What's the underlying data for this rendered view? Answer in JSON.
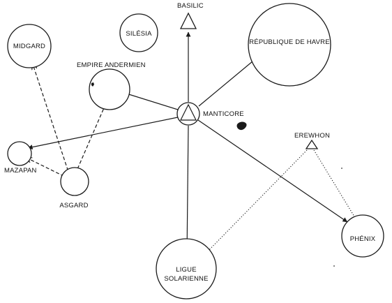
{
  "diagram": {
    "nodes": {
      "basilic": {
        "label": "BASILIC",
        "shape": "triangle"
      },
      "silesia": {
        "label": "SILÉSIA",
        "shape": "circle"
      },
      "republique": {
        "label": "RÉPUBLIQUE DE HAVRE",
        "shape": "circle"
      },
      "midgard": {
        "label": "MIDGARD",
        "shape": "circle"
      },
      "andermien": {
        "label": "EMPIRE ANDERMIEN",
        "shape": "circle"
      },
      "manticore": {
        "label": "MANTICORE",
        "shape": "circle-triangle"
      },
      "erewhon": {
        "label": "EREWHON",
        "shape": "triangle"
      },
      "mazapan": {
        "label": "MAZAPAN",
        "shape": "circle"
      },
      "asgard": {
        "label": "ASGARD",
        "shape": "circle"
      },
      "phenix": {
        "label": "PHÉNIX",
        "shape": "circle"
      },
      "ligue": {
        "label_line1": "LIGUE",
        "label_line2": "SOLARIENNE",
        "shape": "circle"
      }
    },
    "edges": [
      {
        "from": "manticore",
        "to": "basilic",
        "style": "solid"
      },
      {
        "from": "manticore",
        "to": "republique",
        "style": "solid"
      },
      {
        "from": "manticore",
        "to": "andermien",
        "style": "solid"
      },
      {
        "from": "manticore",
        "to": "mazapan",
        "style": "solid"
      },
      {
        "from": "manticore",
        "to": "ligue",
        "style": "solid"
      },
      {
        "from": "manticore",
        "to": "phenix",
        "style": "solid"
      },
      {
        "from": "asgard",
        "to": "midgard",
        "style": "dashed"
      },
      {
        "from": "asgard",
        "to": "andermien",
        "style": "dashed"
      },
      {
        "from": "asgard",
        "to": "mazapan",
        "style": "dashed"
      },
      {
        "from": "erewhon",
        "to": "ligue",
        "style": "dotted"
      },
      {
        "from": "erewhon",
        "to": "phenix",
        "style": "dotted"
      }
    ]
  }
}
